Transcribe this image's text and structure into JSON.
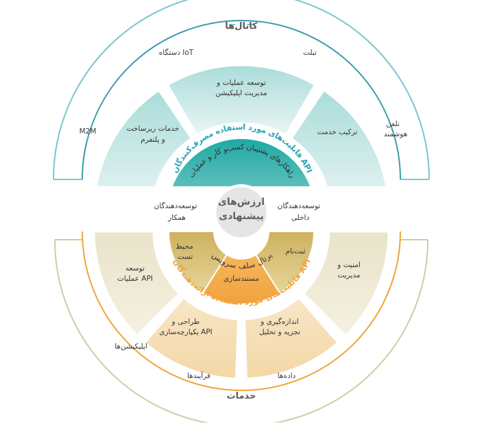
{
  "diagram": {
    "top_header": "کانال‌ها",
    "bottom_header": "خدمات",
    "center": [
      "ارزش‌های",
      "پیشنهادی"
    ],
    "top_arc_title": "قابلیت‌های مورد استفاده مصرف‌کنندگان API",
    "bottom_arc_title": "قابلیت‌های مورد استفاده ارائه‌دهندگان API",
    "inner_top_title": "راهکارهای پشتیبان کسب‌و کار و عملیات",
    "inner_bottom_title": "پرتال سلف سرویس",
    "channels": {
      "iot": "دستگاه IoT",
      "tablet": "تبلت",
      "m2m": "M2M",
      "phone": [
        "تلفن",
        "هوشمند"
      ]
    },
    "services": {
      "apps": "اپلیکیشن‌ها",
      "processes": "فرآیندها",
      "data": "داده‌ها"
    },
    "top_segments": {
      "left": [
        "خدمات زیرساخت",
        "و پلتفرم"
      ],
      "middle": [
        "توسعه عملیات و",
        "مدیریت اپلیکیشن"
      ],
      "right": [
        "ترکیب خدمت"
      ]
    },
    "bottom_segments": {
      "left": [
        "توسعه",
        "عملیات API"
      ],
      "right": [
        "امنیت و",
        "مدیریت"
      ],
      "bottom_left": [
        "طراحی و",
        "یکپارچه‌سازی API"
      ],
      "bottom_right": [
        "اندازه‌گیری و",
        "تجزیه و تحلیل"
      ]
    },
    "inner_bottom_segments": {
      "left": [
        "محیط",
        "تست"
      ],
      "middle": "مستندسازی",
      "right": "ثبت‌نام"
    },
    "side_labels": {
      "left": [
        "توسعه‌دهندگان",
        "همکار"
      ],
      "right": [
        "توسعه‌دهندگان",
        "داخلی"
      ]
    },
    "colors": {
      "teal_dark": "#1ea8a4",
      "teal_mid": "#7ccfcc",
      "teal_light": "#cdebe8",
      "teal_line": "#3a9cac",
      "gold_dark": "#c9a94e",
      "gold_light": "#f6e0b8",
      "orange": "#f2a238",
      "beige": "#ebe6cf"
    }
  }
}
